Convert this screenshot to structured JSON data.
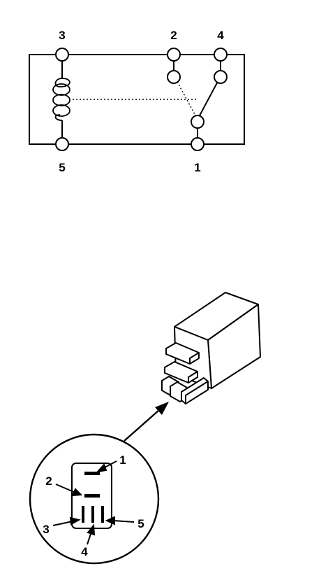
{
  "schematic": {
    "terminals": [
      {
        "id": "t3",
        "label": "3"
      },
      {
        "id": "t2",
        "label": "2"
      },
      {
        "id": "t4",
        "label": "4"
      },
      {
        "id": "t5",
        "label": "5"
      },
      {
        "id": "t1",
        "label": "1"
      }
    ]
  },
  "connector_view": {
    "pins": [
      {
        "id": "p1",
        "label": "1"
      },
      {
        "id": "p2",
        "label": "2"
      },
      {
        "id": "p3",
        "label": "3"
      },
      {
        "id": "p4",
        "label": "4"
      },
      {
        "id": "p5",
        "label": "5"
      }
    ]
  },
  "colors": {
    "ink": "#000000",
    "paper": "#ffffff"
  }
}
